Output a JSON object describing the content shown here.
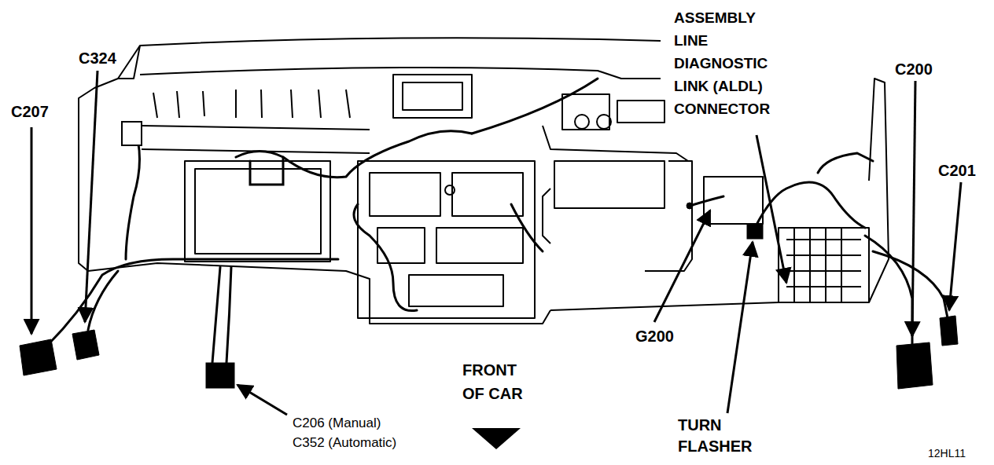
{
  "diagram": {
    "labels": [
      "ASSEMBLY LINE DIAGNOSTIC LINK (ALDL) CONNECTOR",
      "C324",
      "C200",
      "C207",
      "C201",
      "G200",
      "FRONT OF CAR",
      "C206 (Manual)",
      "C352 (Automatic)",
      "TURN FLASHER",
      "12HL11"
    ]
  }
}
